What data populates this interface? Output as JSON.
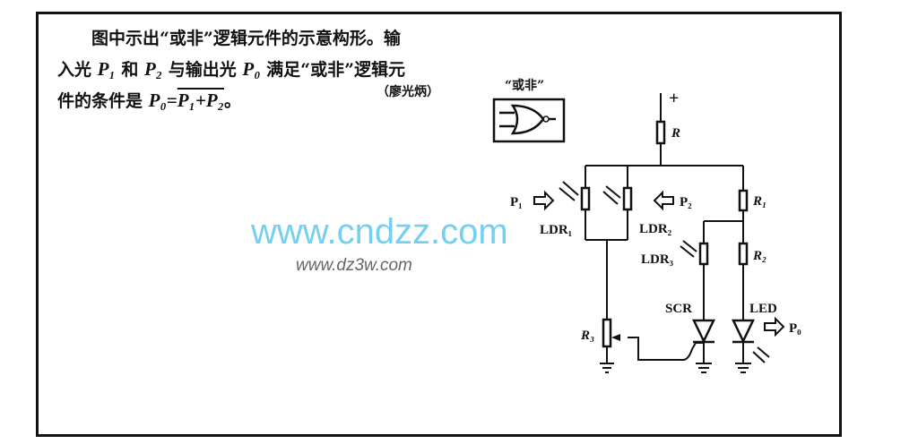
{
  "caption": {
    "line1": "图中示出“或非”逻辑元件的示意构形。输",
    "line2_a": "入光 ",
    "p1": "P₁",
    "line2_b": " 和 ",
    "p2": "P₂",
    "line2_c": " 与输出光 ",
    "p0": "P₀",
    "line2_d": " 满足“或非”逻辑元",
    "line3_a": "件的条件是 ",
    "formula_lhs": "P₀=",
    "formula_rhs": "P₁+P₂",
    "line3_end": "。",
    "author": "（廖光炳）"
  },
  "gate": {
    "label": "“或非”"
  },
  "circuit": {
    "supply": "+",
    "R": "R",
    "R1": "R₁",
    "R2": "R₂",
    "R3": "R₃",
    "LDR1": "LDR₁",
    "LDR2": "LDR₂",
    "LDR3": "LDR₃",
    "SCR": "SCR",
    "LED": "LED",
    "P1": "P₁",
    "P2": "P₂",
    "P0": "P₀"
  },
  "watermark": {
    "main": "www.cndzz.com",
    "secondary": "www.dz3w.com"
  }
}
